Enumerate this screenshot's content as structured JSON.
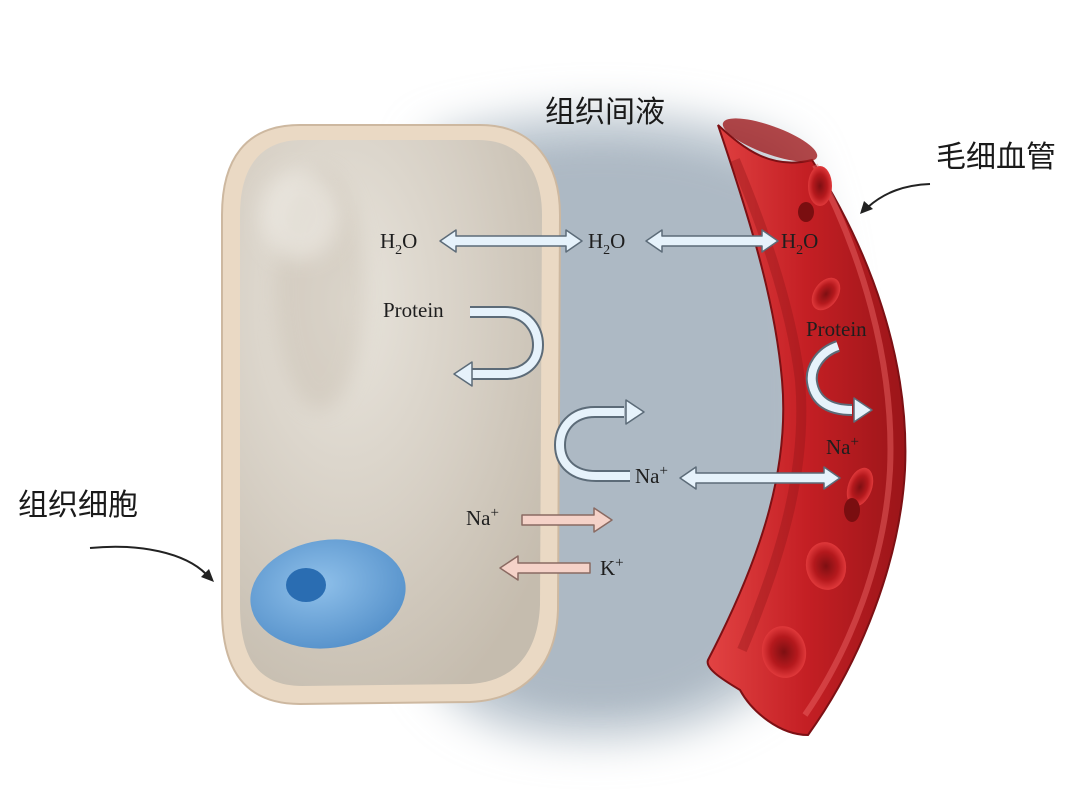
{
  "labels": {
    "interstitial_fluid": "组织间液",
    "capillary": "毛细血管",
    "tissue_cell": "组织细胞"
  },
  "molecules": {
    "h2o_main": "H",
    "h2o_sub": "2",
    "h2o_tail": "O",
    "protein": "Protein",
    "na_main": "Na",
    "na_sup": "+",
    "k_main": "K",
    "k_sup": "+"
  },
  "colors": {
    "fluid": "#b9c3cc",
    "cell_wall": "#e9dccb",
    "cell_inner": "#d9d2c7",
    "nucleus": "#6fa6d6",
    "nucleolus": "#2b6fb4",
    "vessel": "#c7262a",
    "vessel_dark": "#8d1417",
    "arrow_blue": "#e6f2fb",
    "arrow_pink": "#f5d2c8"
  }
}
